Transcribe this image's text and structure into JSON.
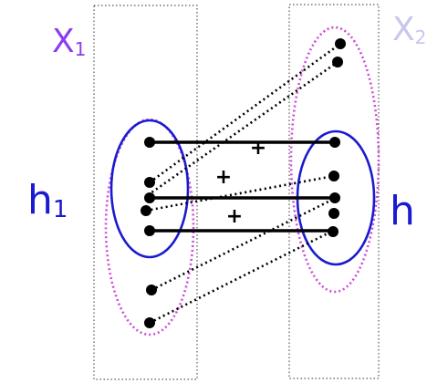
{
  "labels": {
    "x1": {
      "base": "X",
      "sub": "1"
    },
    "x2": {
      "base": "X",
      "sub": "2"
    },
    "h1": {
      "base": "h",
      "sub": "1"
    },
    "h": "h"
  },
  "plus_signs": [
    "+",
    "+",
    "+"
  ],
  "colors": {
    "x1_label": "#8a3ef0",
    "x2_label": "#c9c6ee",
    "h_label": "#1a1ad0",
    "ellipse_blue": "#1a1ad0",
    "ellipse_pink": "#d04ad8",
    "lines": "#000000",
    "box": "#555555"
  }
}
